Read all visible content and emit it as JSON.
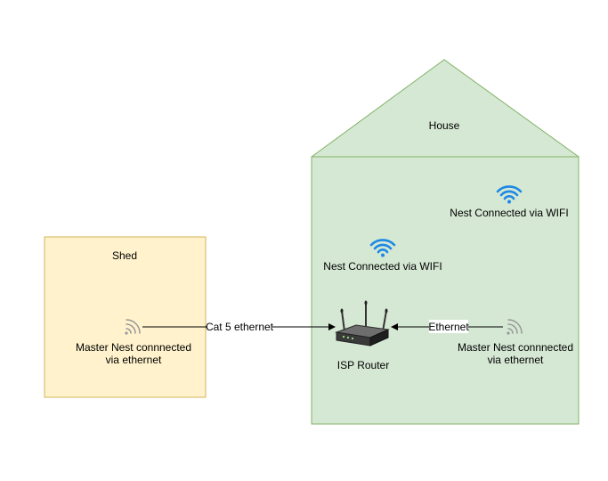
{
  "colors": {
    "shed_fill": "#fff2cc",
    "shed_stroke": "#d6b656",
    "house_fill": "#d5e8d4",
    "house_stroke": "#82b366",
    "wifi_blue": "#1e88e5",
    "nest_icon_gray": "#999999",
    "connector": "#000000"
  },
  "shed": {
    "title": "Shed",
    "master_nest_line1": "Master Nest connnected",
    "master_nest_line2": "via ethernet",
    "icon": "wireless-signal-icon"
  },
  "house": {
    "title": "House",
    "nest_wifi_1": "Nest Connected via WIFI",
    "nest_wifi_2": "Nest Connected via WIFI",
    "router_label": "ISP Router",
    "router_icon": "router-icon",
    "master_nest_line1": "Master Nest connnected",
    "master_nest_line2": "via ethernet",
    "icon": "wireless-signal-icon"
  },
  "connections": {
    "shed_to_router": "Cat 5 ethernet",
    "nest_to_router": "Ethernet"
  }
}
